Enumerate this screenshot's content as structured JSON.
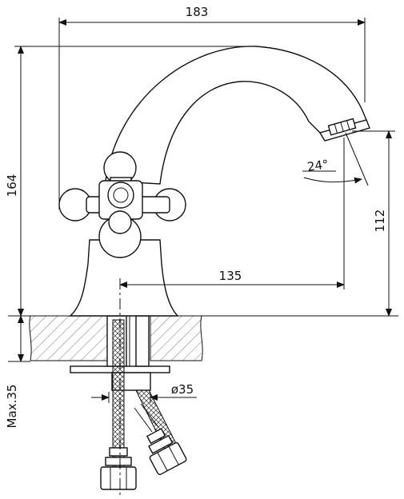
{
  "drawing": {
    "dimensions": {
      "total_reach": "183",
      "total_height": "164",
      "spout_height": "112",
      "spout_reach": "135",
      "spout_angle": "24°",
      "hole_diameter": "ø35",
      "max_thickness": "Max.35"
    }
  }
}
